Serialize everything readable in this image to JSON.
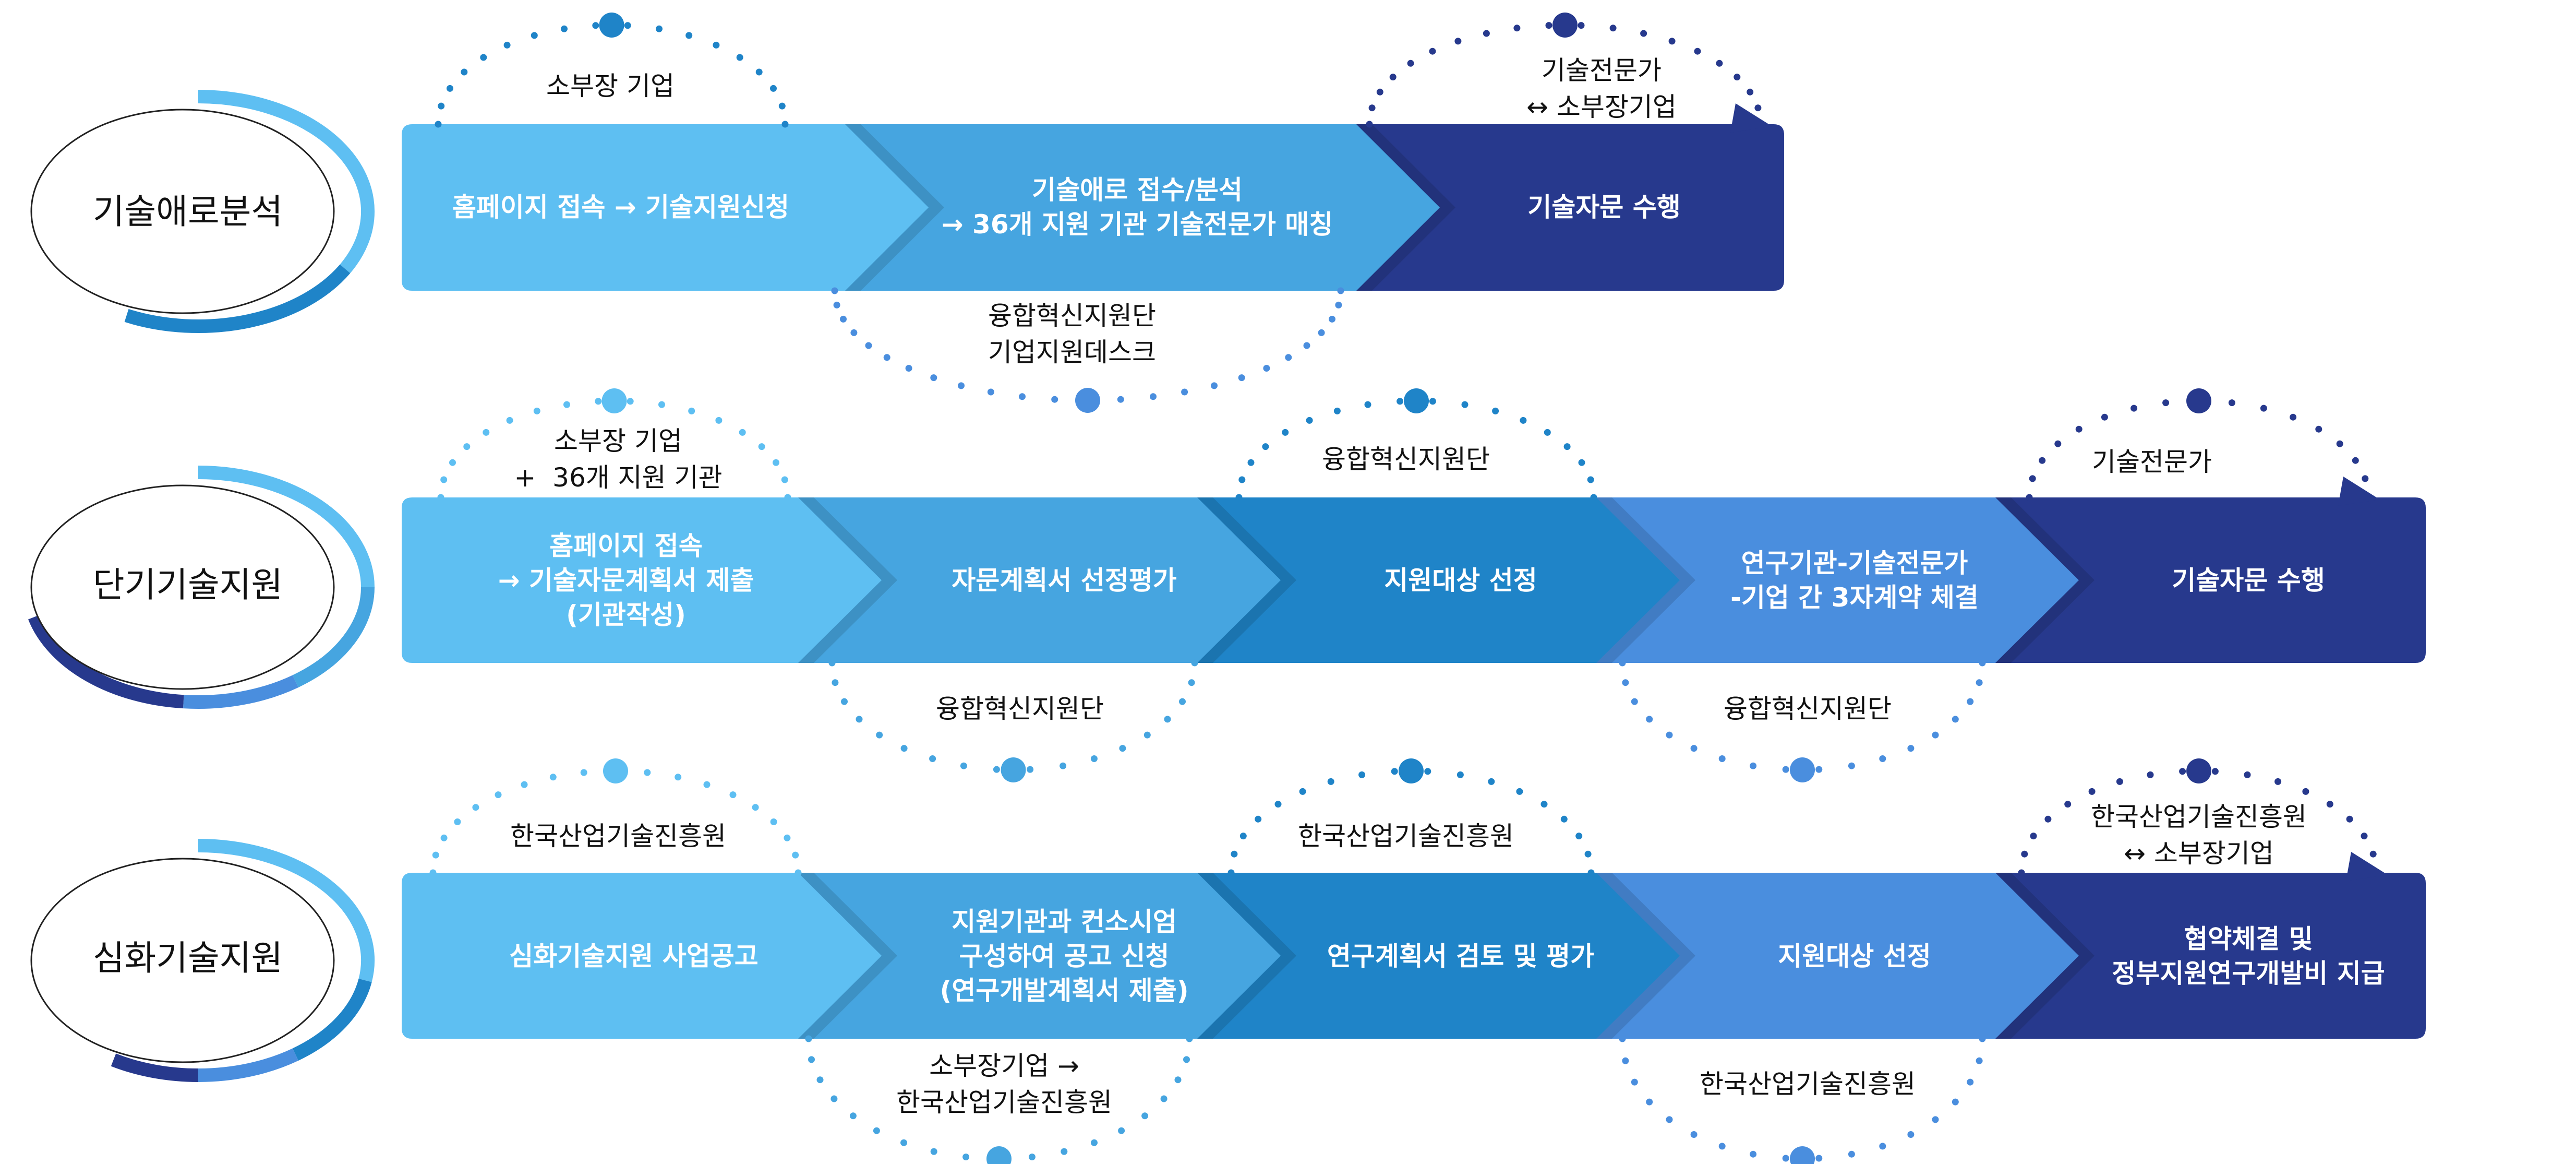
{
  "palette": {
    "c1": "#5ebff2",
    "c2": "#46a5e0",
    "c3": "#1f84c8",
    "c4": "#4a8ede",
    "c5": "#27398d",
    "text": "#111111",
    "white": "#ffffff"
  },
  "rows": [
    {
      "title": "기술애로분석",
      "segments": [
        {
          "text": "홈페이지 접속 → 기술지원신청",
          "color": "c1"
        },
        {
          "text": "기술애로 접수/분석\n→ 36개 지원 기관 기술전문가 매칭",
          "color": "c2"
        },
        {
          "text": "기술자문 수행",
          "color": "c5"
        }
      ],
      "top_labels": [
        {
          "text": "소부장 기업",
          "color": "c3"
        },
        {
          "text": "기술전문가\n↔ 소부장기업",
          "color": "c5"
        }
      ],
      "bottom_labels": [
        {
          "text": "융합혁신지원단\n기업지원데스크",
          "color": "c4"
        }
      ]
    },
    {
      "title": "단기기술지원",
      "segments": [
        {
          "text": "홈페이지 접속\n→ 기술자문계획서 제출\n(기관작성)",
          "color": "c1"
        },
        {
          "text": "자문계획서 선정평가",
          "color": "c2"
        },
        {
          "text": "지원대상 선정",
          "color": "c3"
        },
        {
          "text": "연구기관-기술전문가\n-기업 간 3자계약 체결",
          "color": "c4"
        },
        {
          "text": "기술자문 수행",
          "color": "c5"
        }
      ],
      "top_labels": [
        {
          "text": "소부장 기업\n+  36개 지원 기관",
          "color": "c1"
        },
        {
          "text": "융합혁신지원단",
          "color": "c3"
        },
        {
          "text": "기술전문가",
          "color": "c5"
        }
      ],
      "bottom_labels": [
        {
          "text": "융합혁신지원단",
          "color": "c2"
        },
        {
          "text": "융합혁신지원단",
          "color": "c4"
        }
      ]
    },
    {
      "title": "심화기술지원",
      "segments": [
        {
          "text": "심화기술지원 사업공고",
          "color": "c1"
        },
        {
          "text": "지원기관과 컨소시엄\n구성하여 공고 신청\n(연구개발계획서 제출)",
          "color": "c2"
        },
        {
          "text": "연구계획서 검토 및 평가",
          "color": "c3"
        },
        {
          "text": "지원대상 선정",
          "color": "c4"
        },
        {
          "text": "협약체결 및\n정부지원연구개발비 지급",
          "color": "c5"
        }
      ],
      "top_labels": [
        {
          "text": "한국산업기술진흥원",
          "color": "c1"
        },
        {
          "text": "한국산업기술진흥원",
          "color": "c3"
        },
        {
          "text": "한국산업기술진흥원\n↔ 소부장기업",
          "color": "c5"
        }
      ],
      "bottom_labels": [
        {
          "text": "소부장기업 →\n한국산업기술진흥원",
          "color": "c2"
        },
        {
          "text": "한국산업기술진흥원",
          "color": "c4"
        }
      ]
    }
  ]
}
